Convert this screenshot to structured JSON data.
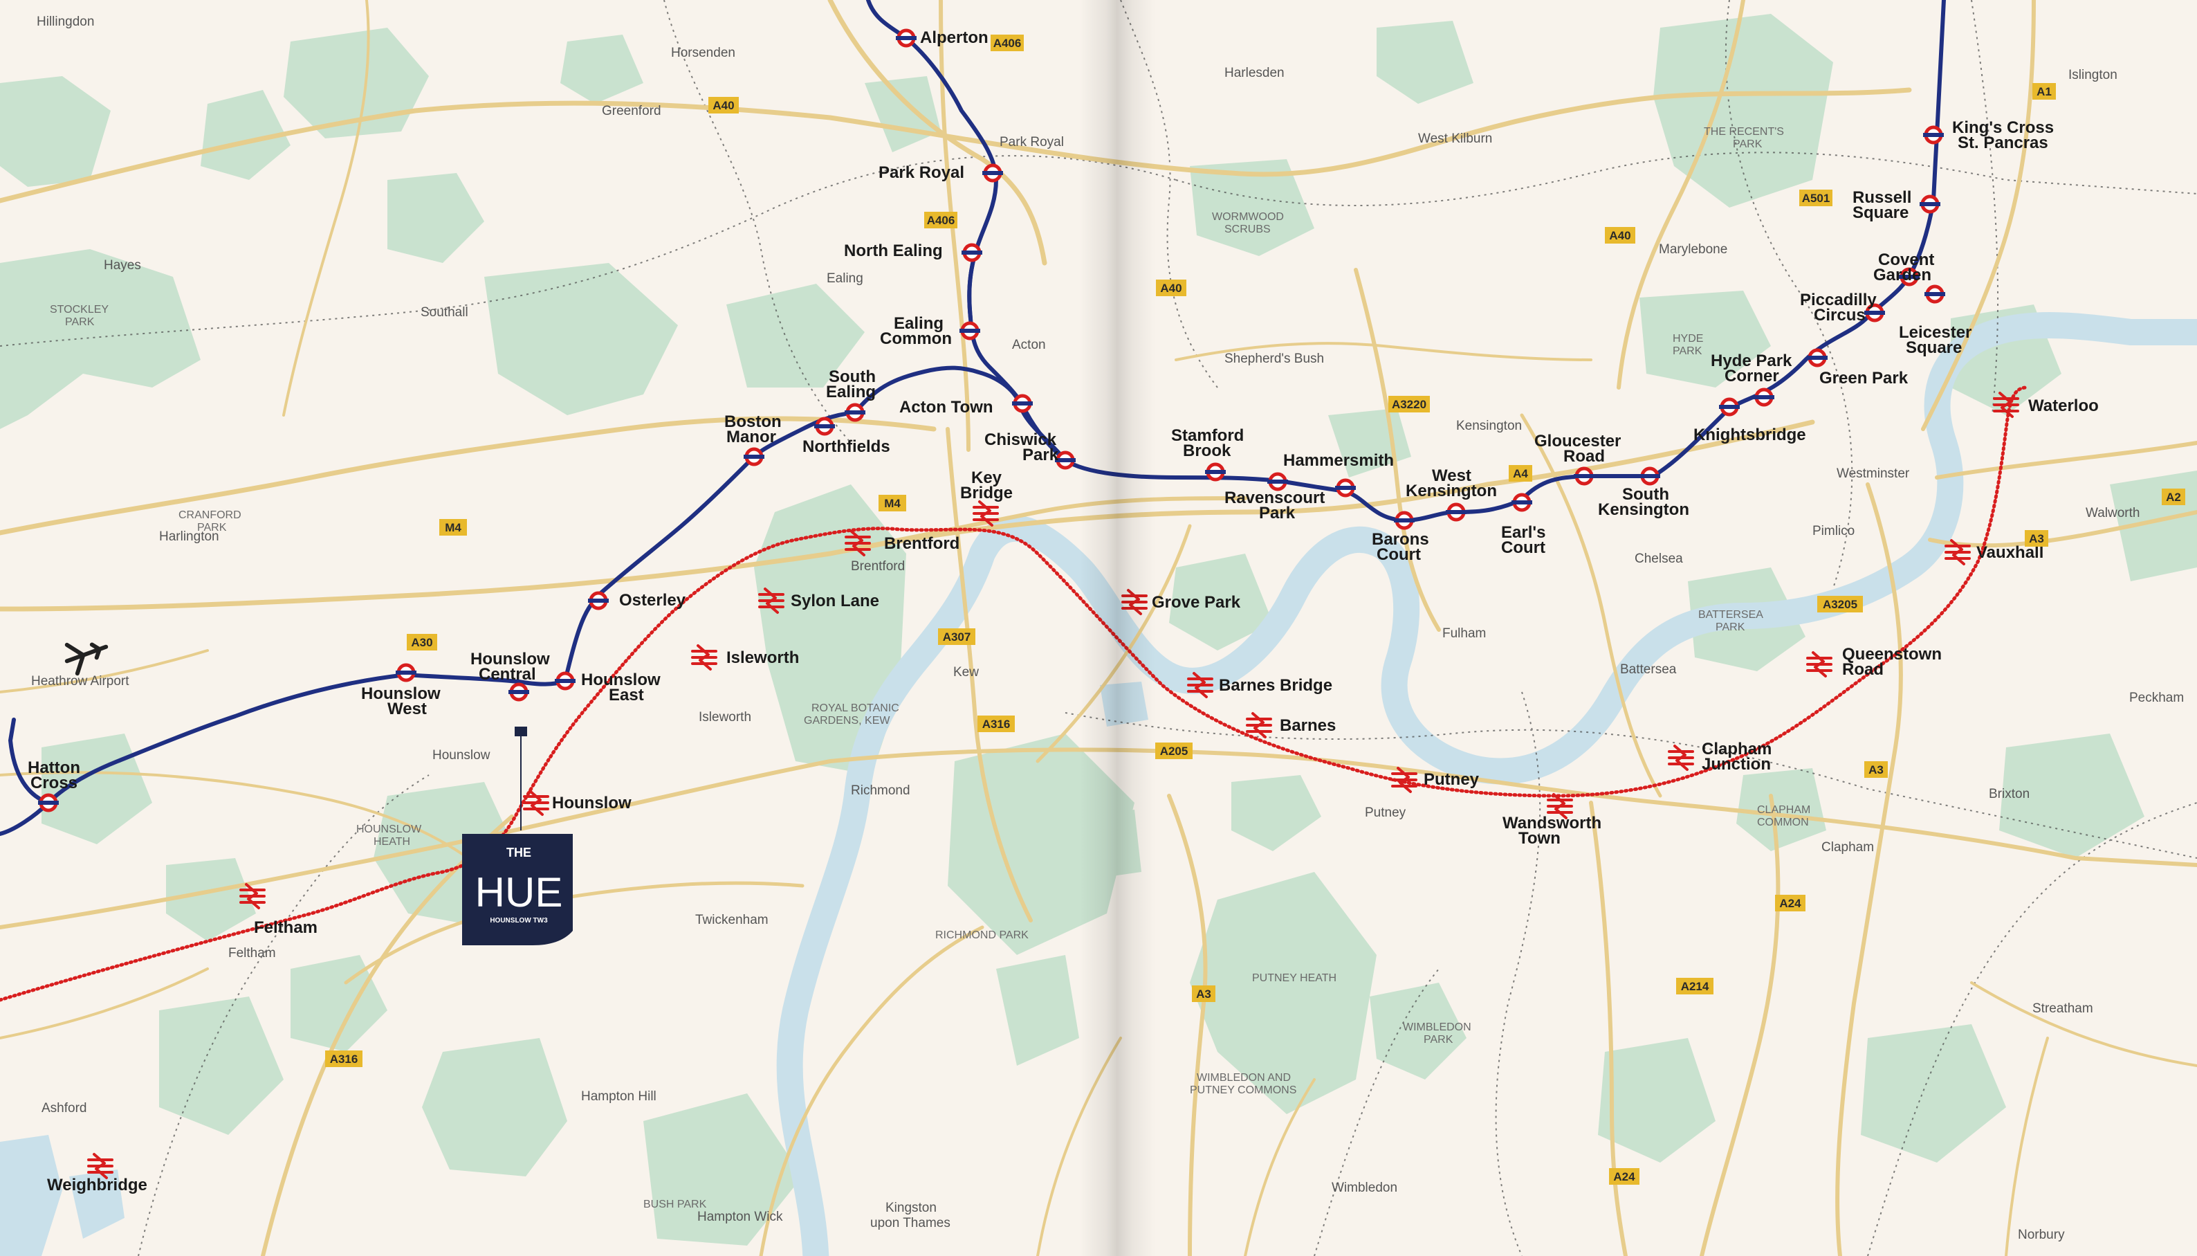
{
  "colors": {
    "background": "#f8f3ec",
    "park": "#c9e2cf",
    "water": "#c9e0ea",
    "road": "#e7cd8c",
    "tube_line": "#1f2f82",
    "rail_line": "#d81e1e",
    "roundel": "#d81e1e",
    "rail_symbol": "#d81e1e",
    "road_badge": "#e8b92d",
    "brand_box": "#1c2545"
  },
  "logo": {
    "top": "THE",
    "name": "HUE",
    "sub": "HOUNSLOW TW3"
  },
  "underground_stations": [
    {
      "name": "Alperton"
    },
    {
      "name": "Park Royal"
    },
    {
      "name": "North Ealing"
    },
    {
      "name": "Ealing Common"
    },
    {
      "name": "Acton Town"
    },
    {
      "name": "South Ealing"
    },
    {
      "name": "Northfields"
    },
    {
      "name": "Boston Manor"
    },
    {
      "name": "Osterley"
    },
    {
      "name": "Hounslow East"
    },
    {
      "name": "Hounslow Central"
    },
    {
      "name": "Hounslow West"
    },
    {
      "name": "Hatton Cross"
    },
    {
      "name": "Chiswick Park"
    },
    {
      "name": "Stamford Brook"
    },
    {
      "name": "Ravenscourt Park"
    },
    {
      "name": "Hammersmith"
    },
    {
      "name": "Barons Court"
    },
    {
      "name": "West Kensington"
    },
    {
      "name": "Earl's Court"
    },
    {
      "name": "Gloucester Road"
    },
    {
      "name": "South Kensington"
    },
    {
      "name": "Knightsbridge"
    },
    {
      "name": "Hyde Park Corner"
    },
    {
      "name": "Green Park"
    },
    {
      "name": "Piccadilly Circus"
    },
    {
      "name": "Leicester Square"
    },
    {
      "name": "Covent Garden"
    },
    {
      "name": "Russell Square"
    },
    {
      "name": "King's Cross St. Pancras"
    }
  ],
  "rail_stations": [
    {
      "name": "Hounslow"
    },
    {
      "name": "Feltham"
    },
    {
      "name": "Isleworth"
    },
    {
      "name": "Sylon Lane"
    },
    {
      "name": "Brentford"
    },
    {
      "name": "Kew Bridge"
    },
    {
      "name": "Grove Park"
    },
    {
      "name": "Barnes Bridge"
    },
    {
      "name": "Barnes"
    },
    {
      "name": "Putney"
    },
    {
      "name": "Wandsworth Town"
    },
    {
      "name": "Clapham Junction"
    },
    {
      "name": "Queenstown Road"
    },
    {
      "name": "Vauxhall"
    },
    {
      "name": "Waterloo"
    },
    {
      "name": "Weighbridge"
    }
  ],
  "places": [
    "Hillingdon",
    "Horsenden",
    "Greenford",
    "Park Royal",
    "Harlesden",
    "West Kilburn",
    "Islington",
    "Marylebone",
    "Hayes",
    "Southall",
    "Ealing",
    "Acton",
    "Shepherd's Bush",
    "Kensington",
    "Westminster",
    "Walworth",
    "Harlington",
    "Heathrow Airport",
    "Brentford",
    "Pimlico",
    "Chelsea",
    "Fulham",
    "Battersea",
    "Kew",
    "Isleworth",
    "Hounslow",
    "Richmond",
    "Putney",
    "Clapham",
    "Brixton",
    "Peckham",
    "Twickenham",
    "Feltham",
    "Hampton Hill",
    "Ashford",
    "Hampton Wick",
    "Kingston upon Thames",
    "Wimbledon",
    "Streatham",
    "Norbury"
  ],
  "parks": [
    "THE RECENT'S PARK",
    "WORMWOOD SCRUBS",
    "STOCKLEY PARK",
    "HYDE PARK",
    "CRANFORD PARK",
    "BATTERSEA PARK",
    "ROYAL BOTANIC GARDENS, KEW",
    "HOUNSLOW HEATH",
    "CLAPHAM COMMON",
    "RICHMOND PARK",
    "PUTNEY HEATH",
    "WIMBLEDON PARK",
    "WIMBLEDON AND PUTNEY COMMONS",
    "BUSH PARK"
  ],
  "roads": [
    "A406",
    "A40",
    "A406",
    "A40",
    "A40",
    "A501",
    "A1",
    "A3220",
    "A4",
    "M4",
    "M4",
    "A30",
    "A307",
    "A316",
    "A205",
    "A3205",
    "A3",
    "A3",
    "A2",
    "A24",
    "A214",
    "A3",
    "A316",
    "A24"
  ],
  "icons": {
    "airport": "airplane-icon",
    "tube": "underground-roundel-icon",
    "rail": "national-rail-icon",
    "pin": "location-pin-icon"
  }
}
